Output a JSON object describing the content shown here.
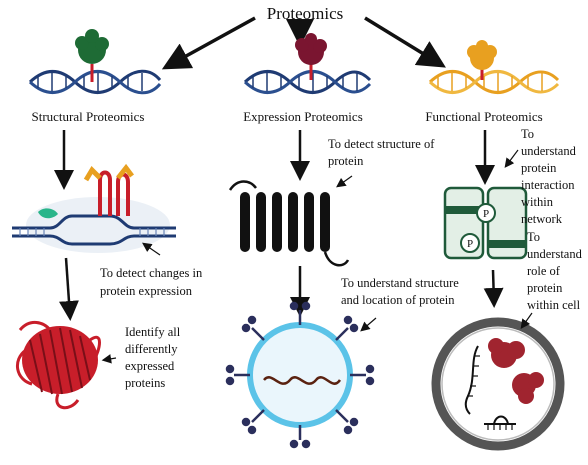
{
  "title": "Proteomics",
  "branches": [
    {
      "label": "Structural Proteomics"
    },
    {
      "label": "Expression Proteomics"
    },
    {
      "label": "Functional Proteomics"
    }
  ],
  "annotations": {
    "structural_expression_lines": [
      "To detect changes in",
      "protein expression"
    ],
    "structural_identify_lines": [
      "Identify all",
      "differently",
      "expressed",
      "proteins"
    ],
    "expression_structure_lines": [
      "To detect structure of",
      "protein"
    ],
    "expression_location_lines": [
      "To understand structure",
      "and location of protein"
    ],
    "functional_interaction_lines": [
      "To",
      "understand",
      "protein",
      "interaction",
      "within",
      "network"
    ],
    "functional_role_lines": [
      "To",
      "understand",
      "role of",
      "protein",
      "within cell"
    ]
  },
  "icon_labels": {
    "phospho": "P"
  },
  "colors": {
    "structural_accent": "#1e6b35",
    "expression_accent": "#7a1530",
    "functional_accent": "#e8a020",
    "dna_blue": "#1f3b73",
    "cell_ring": "#5bc3e8",
    "barrel_red": "#c81e2a",
    "network_green": "#1f5a3a"
  }
}
